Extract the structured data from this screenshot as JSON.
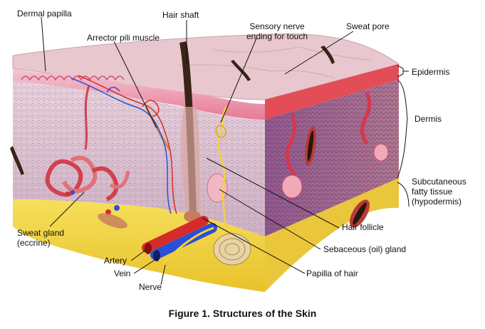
{
  "figure": {
    "caption": "Figure 1. Structures of the Skin"
  },
  "labels": {
    "dermal_papilla": "Dermal papilla",
    "hair_shaft": "Hair shaft",
    "sensory_nerve": "Sensory nerve ending for touch",
    "sweat_pore": "Sweat pore",
    "arrector_pili": "Arrector pili muscle",
    "epidermis": "Epidermis",
    "dermis": "Dermis",
    "subcutaneous": "Subcutaneous fatty tissue (hypodermis)",
    "sweat_gland": "Sweat gland (eccrine)",
    "hair_follicle": "Hair follicle",
    "sebaceous_gland": "Sebaceous (oil) gland",
    "artery": "Artery",
    "vein": "Vein",
    "nerve": "Nerve",
    "papilla_of_hair": "Papilla of hair"
  },
  "colors": {
    "epidermis": "#e06a8a",
    "dermis": "#d9b7c8",
    "fat": "#f1d23b",
    "artery": "#d62b2b",
    "vein": "#2b4fd6",
    "nerve": "#f2d23a",
    "hair": "#3a2416"
  }
}
